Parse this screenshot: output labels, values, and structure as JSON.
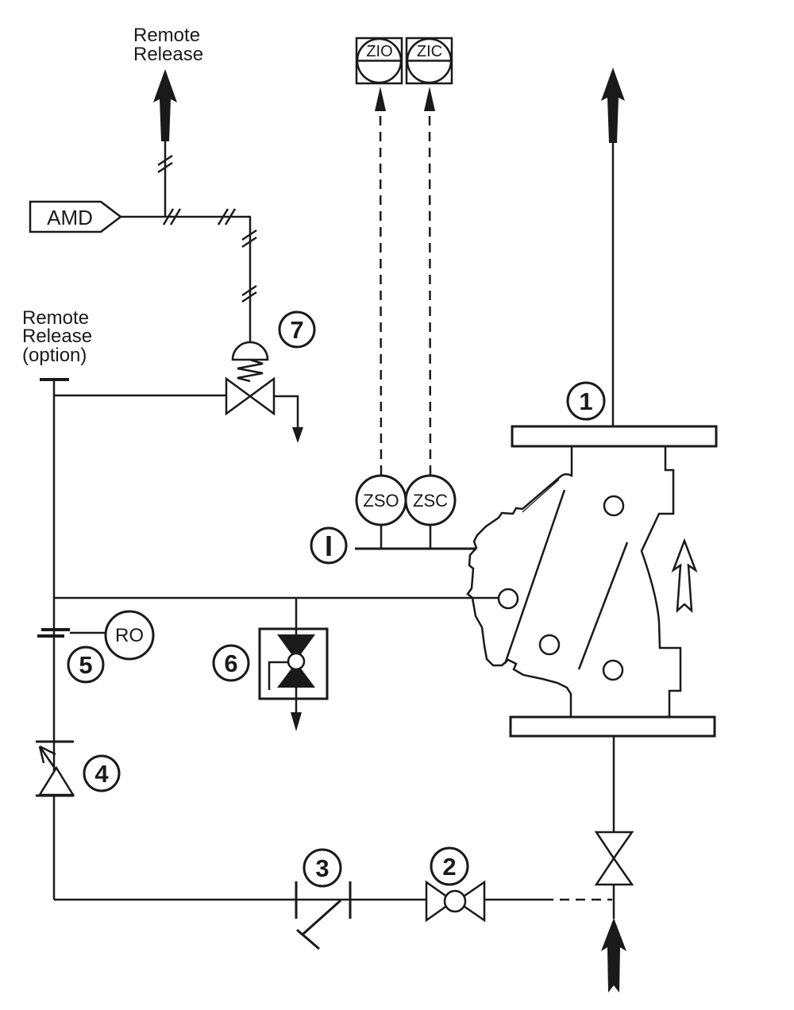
{
  "colors": {
    "line": "#1a1a1a",
    "background": "#ffffff"
  },
  "labels": {
    "remote_release_top": {
      "line1": "Remote",
      "line2": "Release"
    },
    "remote_release_option": {
      "line1": "Remote",
      "line2": "Release",
      "line3": "(option)"
    },
    "amd_tag": "AMD"
  },
  "instruments": {
    "zio": "ZIO",
    "zic": "ZIC",
    "zso": "ZSO",
    "zsc": "ZSC",
    "ro": "RO",
    "interlock": "I"
  },
  "callouts": {
    "n1": "1",
    "n2": "2",
    "n3": "3",
    "n4": "4",
    "n5": "5",
    "n6": "6",
    "n7": "7"
  }
}
